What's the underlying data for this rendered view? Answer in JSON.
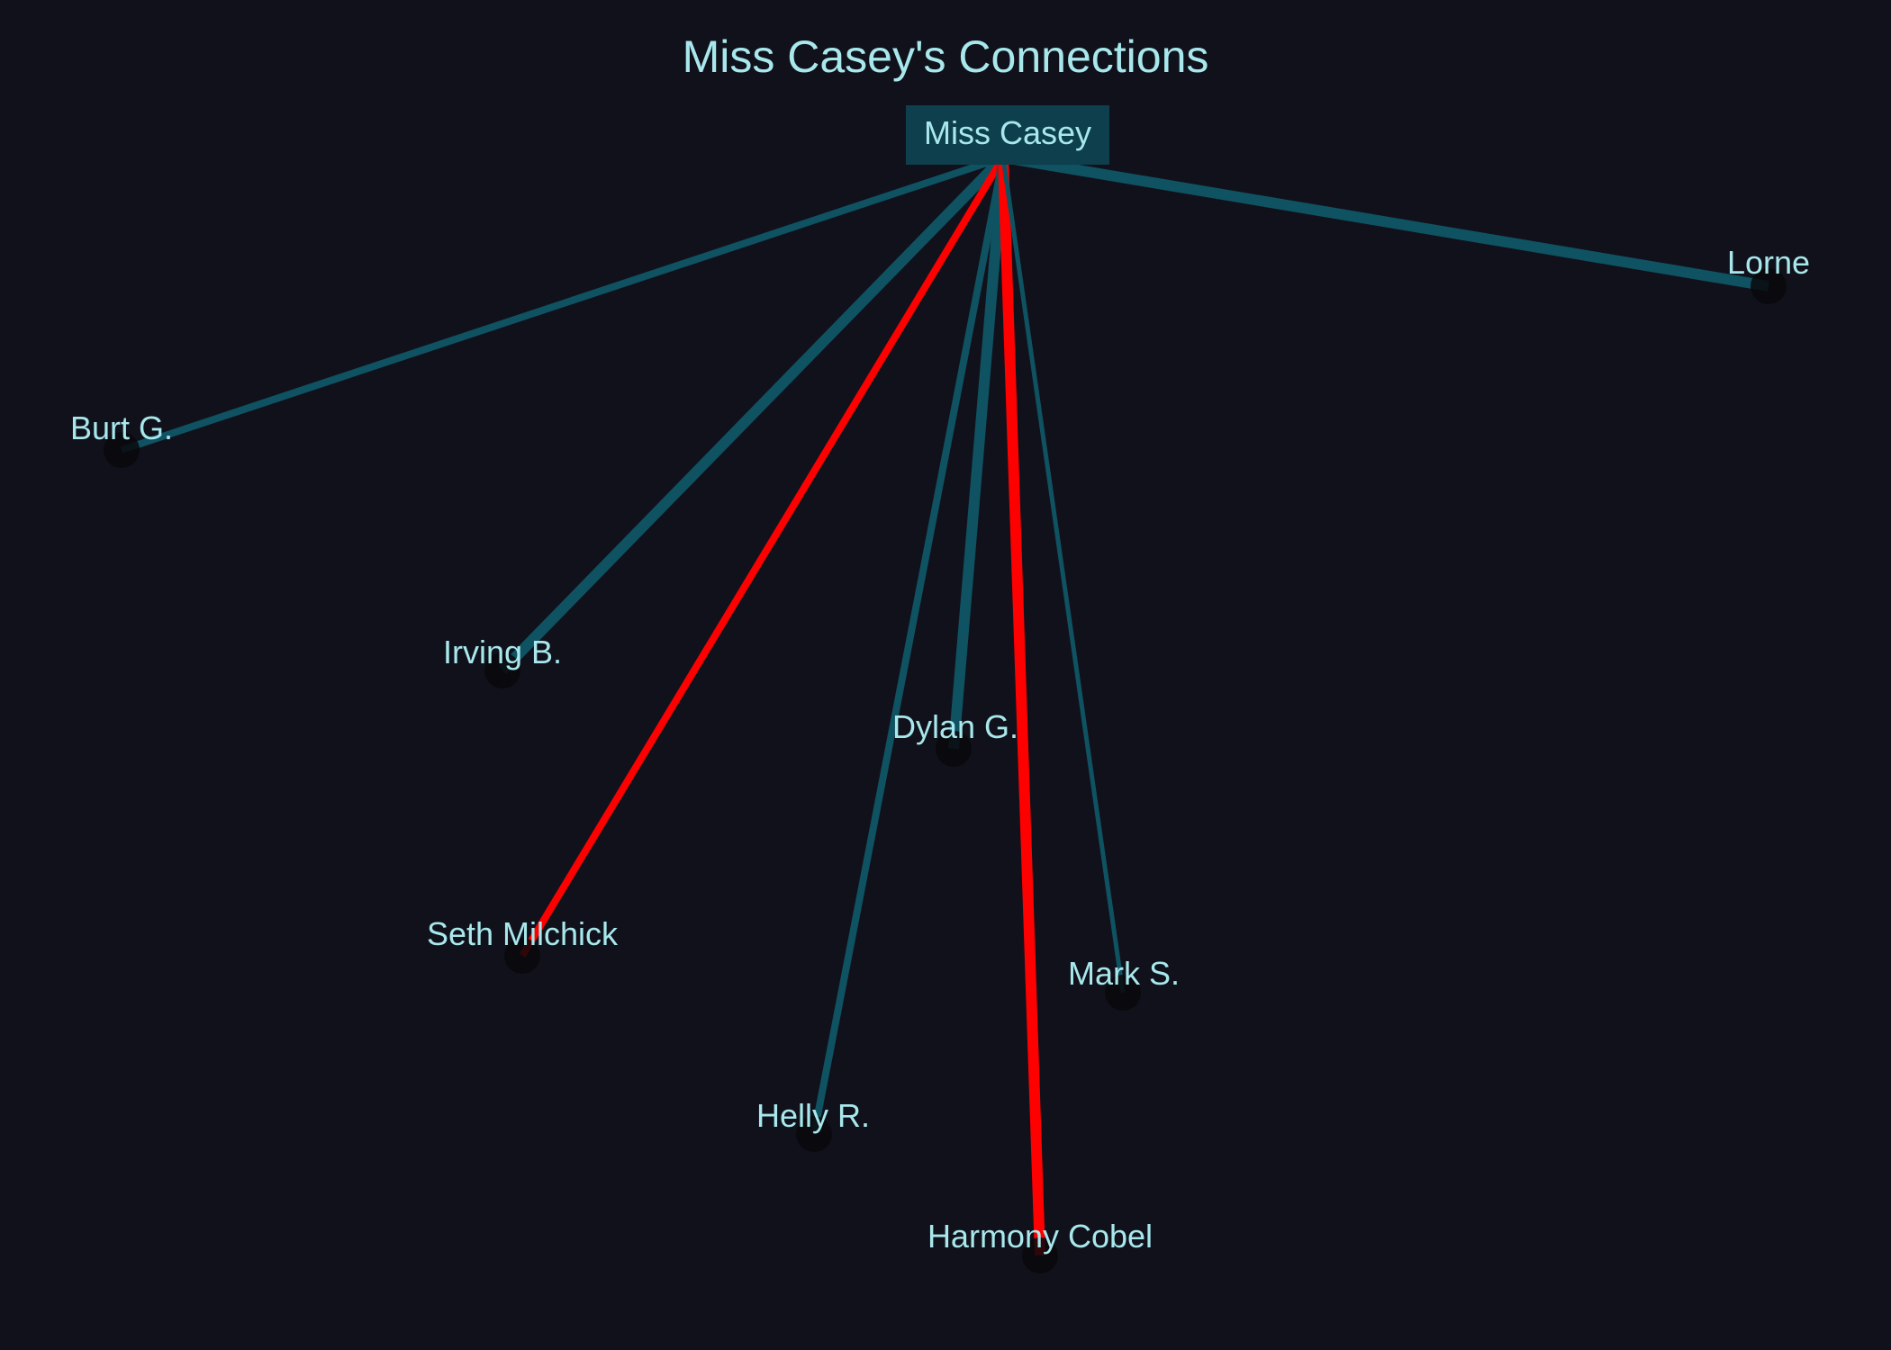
{
  "title": "Miss Casey's Connections",
  "colors": {
    "background": "#11111b",
    "text": "#a8e8ec",
    "center_box": "#0e3f4c",
    "tie_normal": "#0f5262",
    "tie_hostile": "#ff0000",
    "node_dot": "#08080c"
  },
  "center": {
    "label": "Miss Casey"
  },
  "nodes": [
    {
      "id": "lorne",
      "label": "Lorne",
      "tie": "normal",
      "strength": 3
    },
    {
      "id": "burt",
      "label": "Burt G.",
      "tie": "normal",
      "strength": 2
    },
    {
      "id": "irving",
      "label": "Irving B.",
      "tie": "normal",
      "strength": 3
    },
    {
      "id": "seth",
      "label": "Seth Milchick",
      "tie": "hostile",
      "strength": 2
    },
    {
      "id": "dylan",
      "label": "Dylan G.",
      "tie": "normal",
      "strength": 3
    },
    {
      "id": "helly",
      "label": "Helly R.",
      "tie": "normal",
      "strength": 2
    },
    {
      "id": "harmony",
      "label": "Harmony Cobel",
      "tie": "hostile",
      "strength": 3
    },
    {
      "id": "mark",
      "label": "Mark S.",
      "tie": "normal",
      "strength": 1
    }
  ]
}
